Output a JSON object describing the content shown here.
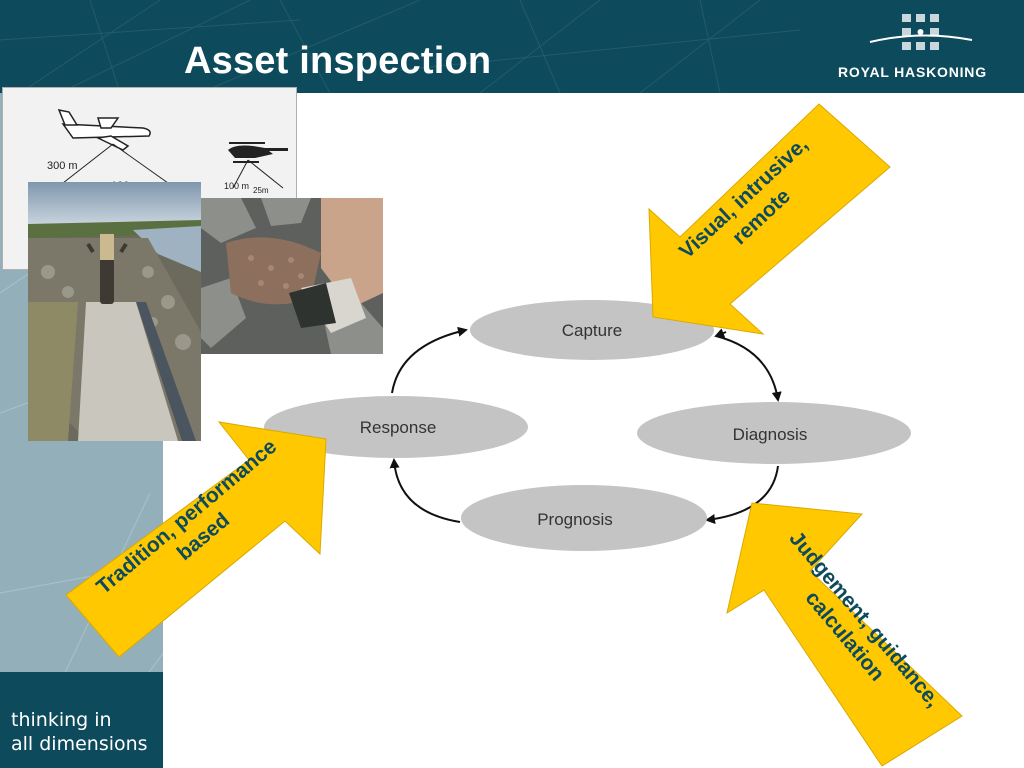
{
  "slide": {
    "title": "Asset inspection",
    "brand": "ROYAL HASKONING",
    "tagline_line1": "thinking in",
    "tagline_line2": "all dimensions"
  },
  "photos": {
    "aerial_label_plane": "300 m",
    "aerial_label_plane_b": "100",
    "aerial_label_heli": "100 m",
    "aerial_label_heli_b": "25m"
  },
  "cycle": {
    "nodes": [
      {
        "id": "capture",
        "label": "Capture"
      },
      {
        "id": "diagnosis",
        "label": "Diagnosis"
      },
      {
        "id": "prognosis",
        "label": "Prognosis"
      },
      {
        "id": "response",
        "label": "Response"
      }
    ]
  },
  "arrows": {
    "top_right_line1": "Visual, intrusive,",
    "top_right_line2": "remote",
    "left_line1": "Tradition, performance",
    "left_line2": "based",
    "bottom_right_line1": "Judgement, guidance,",
    "bottom_right_line2": "calculation"
  },
  "colors": {
    "header": "#0d4a5c",
    "sidebar": "#93b0ba",
    "arrow_fill": "#ffc800",
    "node_fill": "#c4c4c4"
  }
}
